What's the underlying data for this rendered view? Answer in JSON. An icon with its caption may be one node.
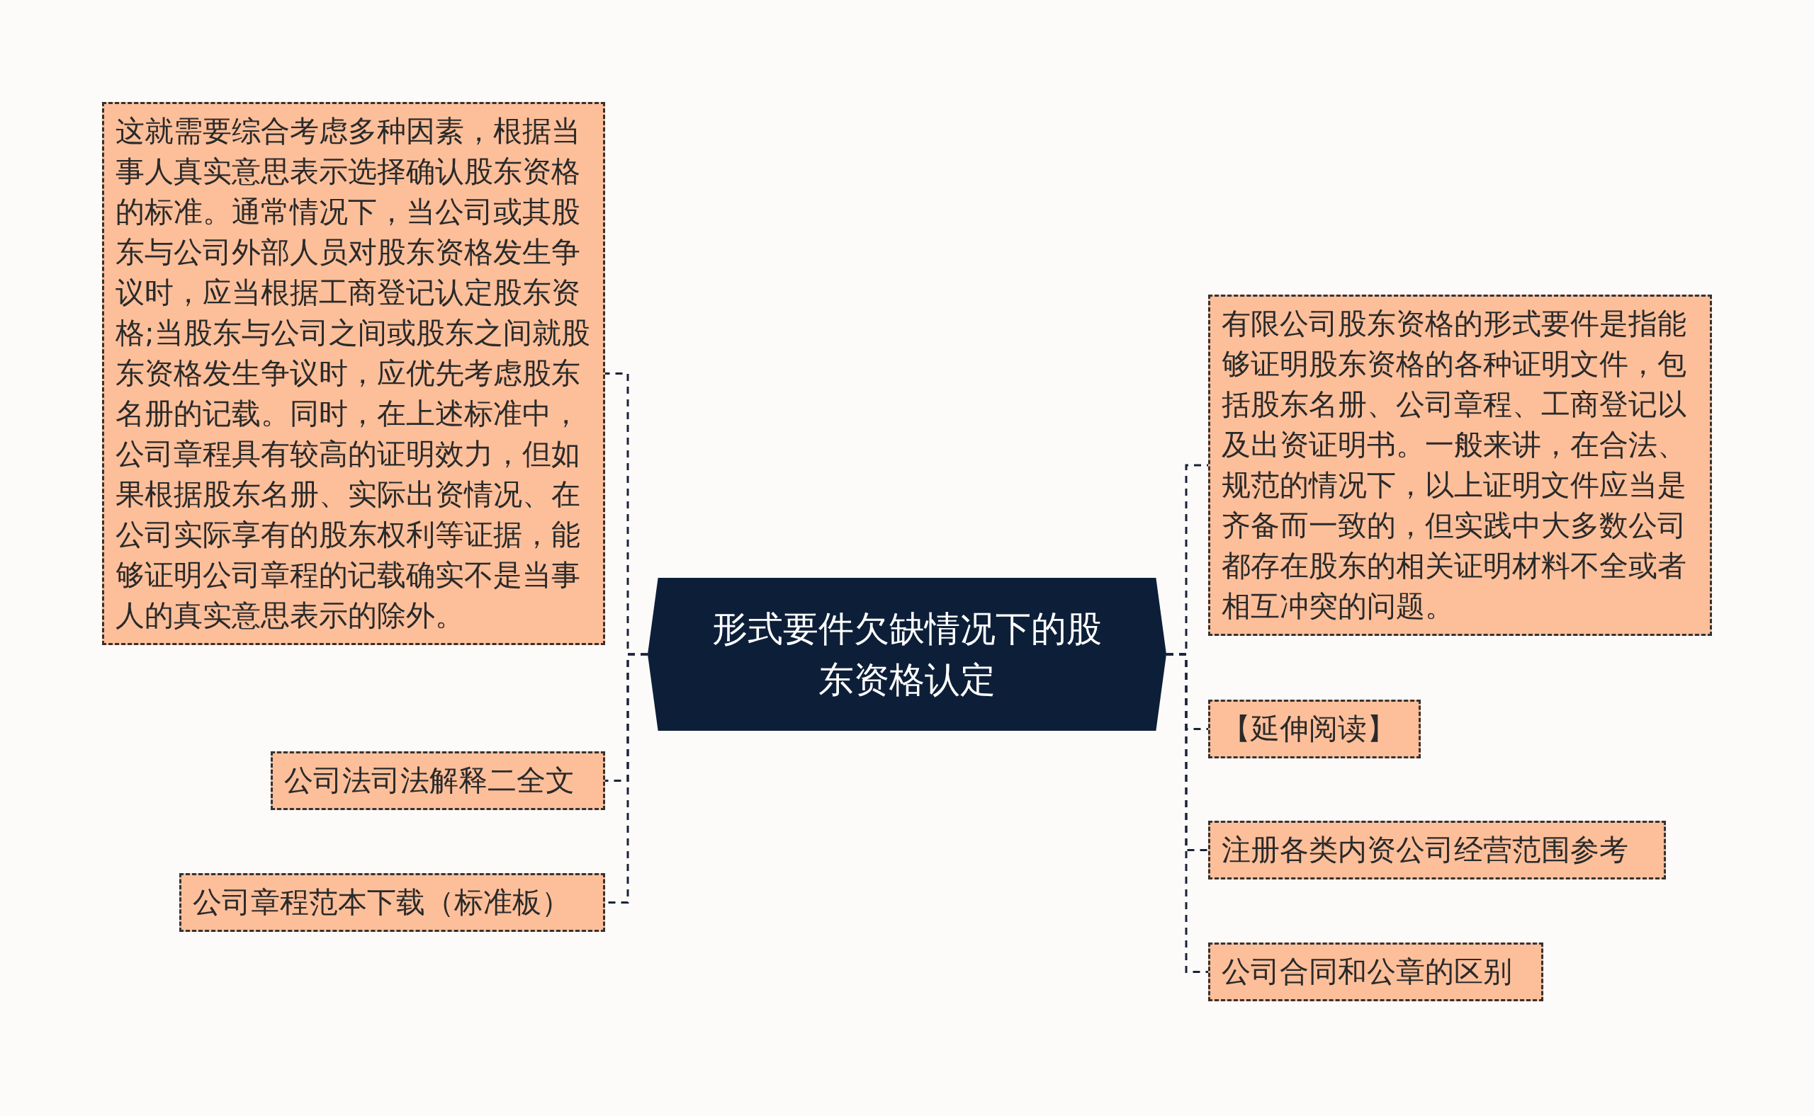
{
  "diagram": {
    "nodes": [
      {
        "text": [
          "形式要件欠缺情况下的股东资格认定"
        ]
      },
      {
        "text": [
          "这就需要综合考虑多种因素，根据当事人真实意思表示选择确认股东资格的标准。通常情况下，当公司或其股东与公司外部人员对股东资格发生争议时，应当根据工商登记认定股东资格;当股东与公司之间或股东之间就股东资格发生争议时，应优先考虑股东名册的记载。同时，在上述标准中，公司章程具有较高的证明效力，但如果根据股东名册、实际出资情况、在公司实际享有的股东权利等证据，能够证明公司章程的记载确实不是当事人的真实意思表示的除外。"
        ]
      },
      {
        "text": [
          "公司法司法解释二全文"
        ]
      },
      {
        "text": [
          "公司章程范本下载（标准板）"
        ]
      },
      {
        "text": [
          "有限公司股东资格的形式要件是指能够证明股东资格的各种证明文件，包括股东名册、公司章程、工商登记以及出资证明书。一般来讲，在合法、规范的情况下，以上证明文件应当是齐备而一致的，但实践中大多数公司都存在股东的相关证明材料不全或者相互冲突的问题。"
        ]
      },
      {
        "text": [
          "【延伸阅读】"
        ]
      },
      {
        "text": [
          "注册各类内资公司经营范围参考"
        ]
      },
      {
        "text": [
          "公司合同和公章的区别"
        ]
      }
    ],
    "edges": [
      {
        "from": 0,
        "to": 1,
        "arrow": "none",
        "style": "dashed"
      },
      {
        "from": 0,
        "to": 2,
        "arrow": "none",
        "style": "dashed"
      },
      {
        "from": 0,
        "to": 3,
        "arrow": "none",
        "style": "dashed"
      },
      {
        "from": 0,
        "to": 4,
        "arrow": "none",
        "style": "dashed"
      },
      {
        "from": 0,
        "to": 5,
        "arrow": "none",
        "style": "dashed"
      },
      {
        "from": 0,
        "to": 6,
        "arrow": "none",
        "style": "dashed"
      },
      {
        "from": 0,
        "to": 7,
        "arrow": "none",
        "style": "dashed"
      }
    ]
  }
}
